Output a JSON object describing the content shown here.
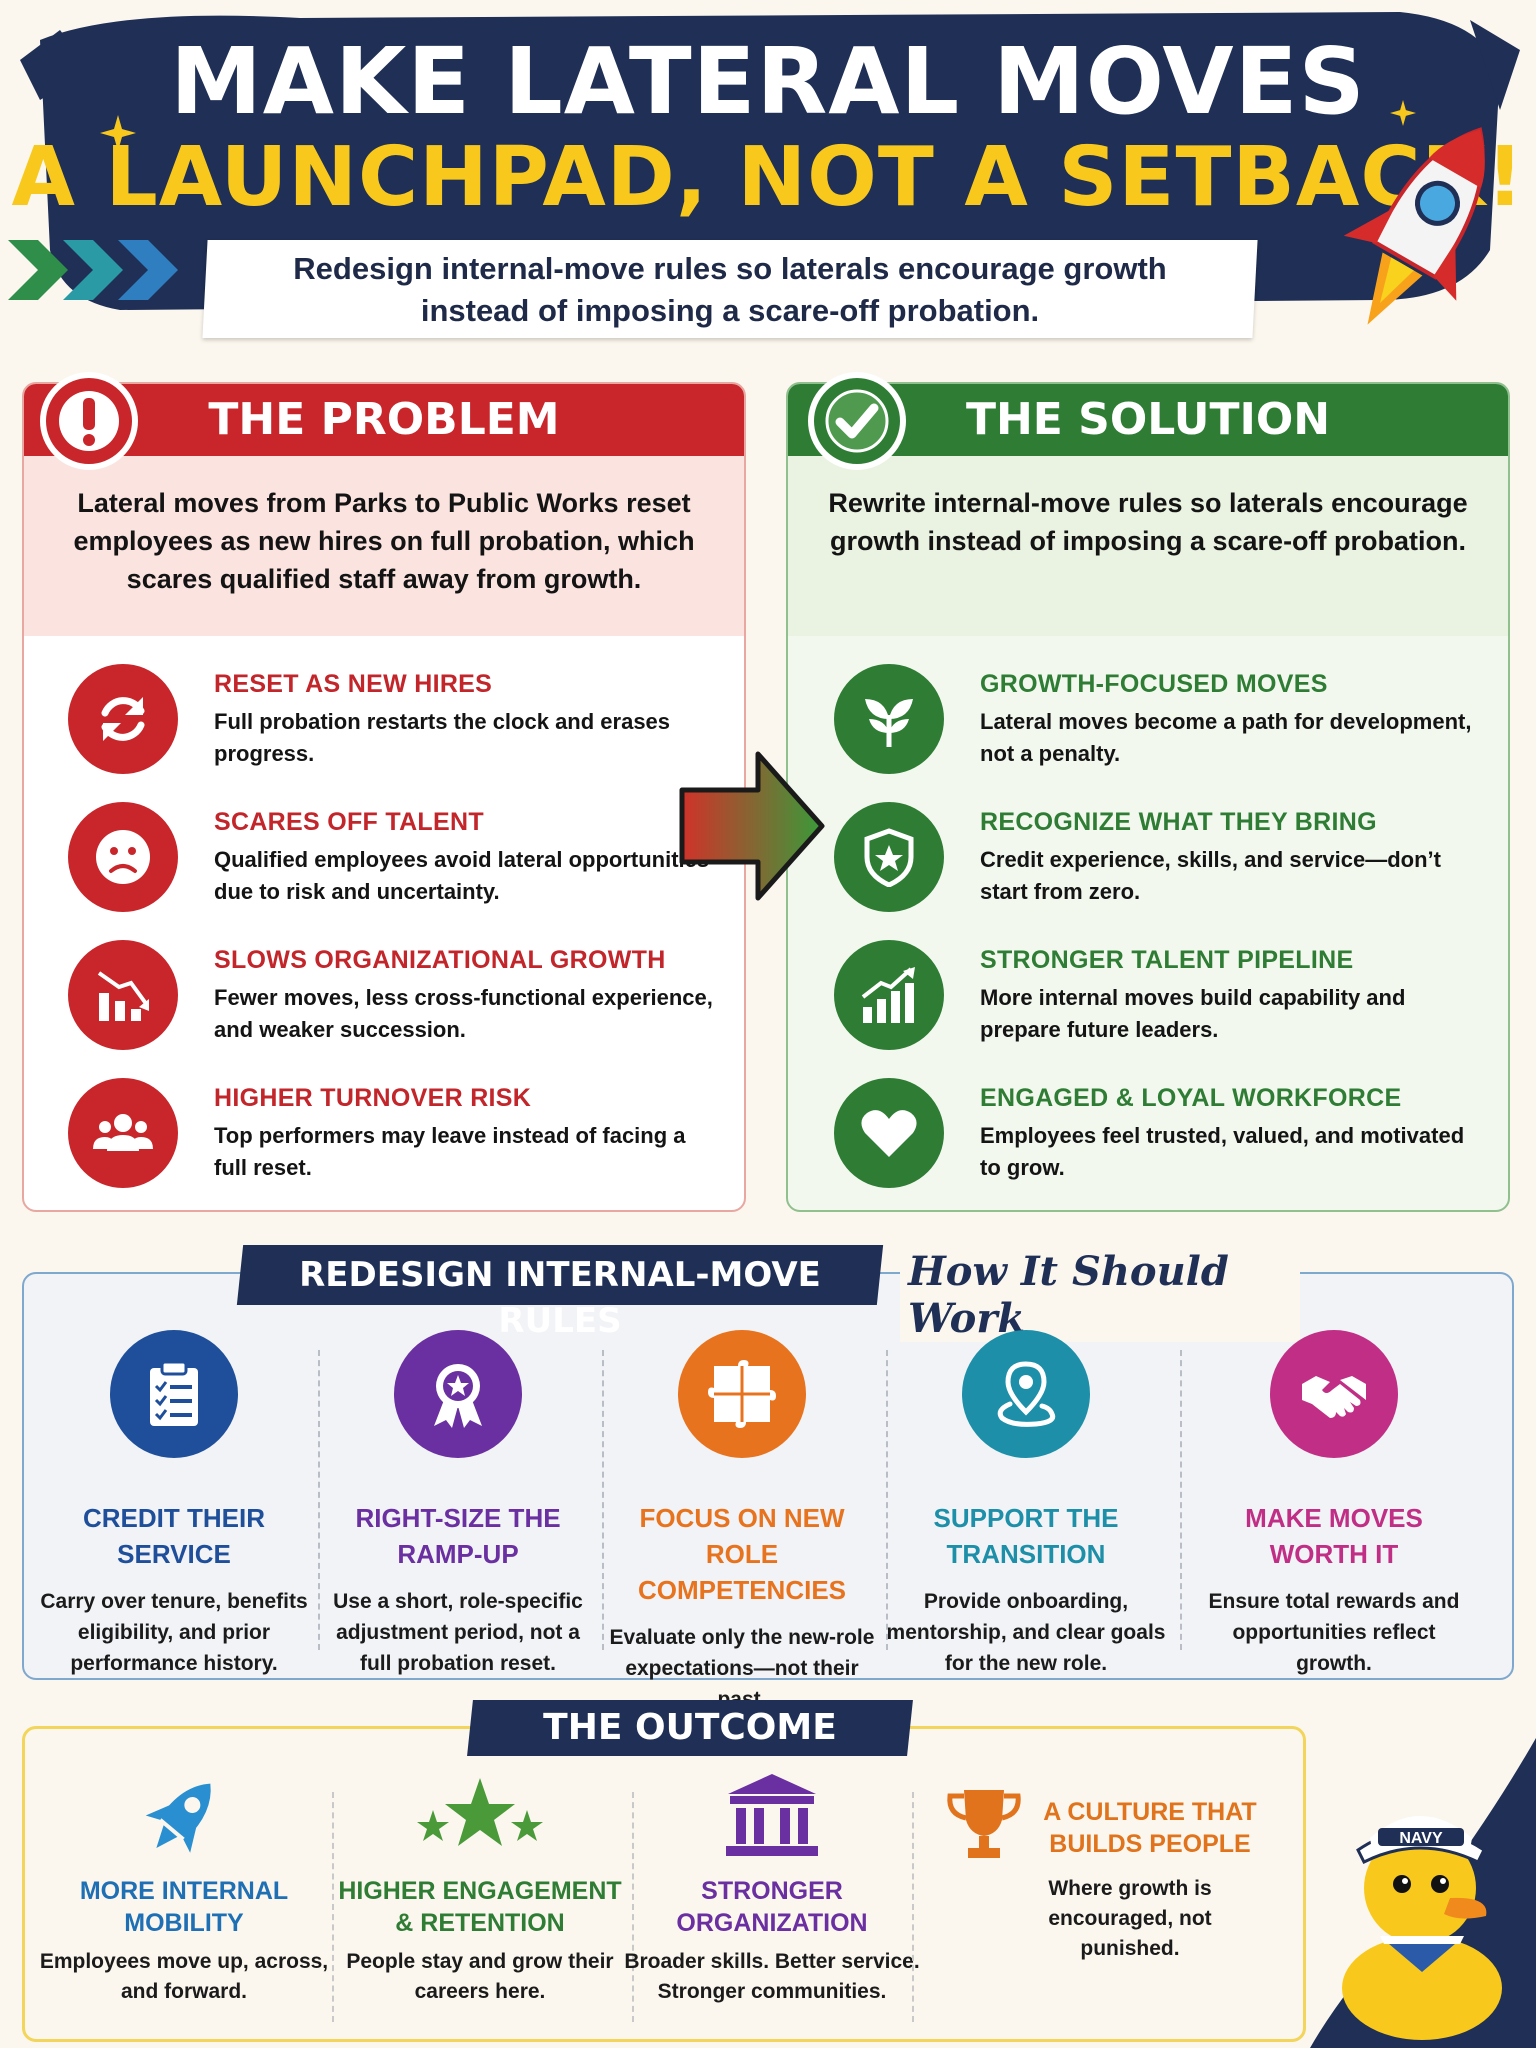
{
  "header": {
    "title_line1": "MAKE LATERAL MOVES",
    "title_line2": "A LAUNCHPAD, NOT A SETBACK!",
    "subtitle_line1": "Redesign internal-move rules so laterals encourage growth",
    "subtitle_line2": "instead of imposing a scare-off probation."
  },
  "problem": {
    "heading": "THE PROBLEM",
    "description": "Lateral moves from Parks to Public Works reset employees as new hires on full probation, which scares qualified staff away from growth.",
    "items": [
      {
        "title": "RESET AS NEW HIRES",
        "desc": "Full probation restarts the clock and erases progress.",
        "icon": "refresh-icon"
      },
      {
        "title": "SCARES OFF TALENT",
        "desc": "Qualified employees avoid lateral opportunities due to risk and uncertainty.",
        "icon": "sad-face-icon"
      },
      {
        "title": "SLOWS ORGANIZATIONAL GROWTH",
        "desc": "Fewer moves, less cross-functional experience, and weaker succession.",
        "icon": "declining-chart-icon"
      },
      {
        "title": "HIGHER TURNOVER RISK",
        "desc": "Top performers may leave instead of facing a full reset.",
        "icon": "group-icon"
      }
    ]
  },
  "solution": {
    "heading": "THE SOLUTION",
    "description": "Rewrite internal-move rules so laterals encourage growth instead of imposing a scare-off probation.",
    "items": [
      {
        "title": "GROWTH-FOCUSED MOVES",
        "desc": "Lateral moves become a path for development, not a penalty.",
        "icon": "sprout-icon"
      },
      {
        "title": "RECOGNIZE WHAT THEY BRING",
        "desc": "Credit experience, skills, and service—don’t start from zero.",
        "icon": "shield-star-icon"
      },
      {
        "title": "STRONGER TALENT PIPELINE",
        "desc": "More internal moves build capability and prepare future leaders.",
        "icon": "growth-chart-icon"
      },
      {
        "title": "ENGAGED & LOYAL WORKFORCE",
        "desc": "Employees feel trusted, valued, and motivated to grow.",
        "icon": "heart-icon"
      }
    ]
  },
  "redesign": {
    "heading": "REDESIGN INTERNAL-MOVE RULES",
    "script": "How It Should Work",
    "steps": [
      {
        "title": "CREDIT THEIR SERVICE",
        "desc": "Carry over tenure, benefits eligibility, and prior performance history.",
        "color": "#1f4f9a",
        "icon": "clipboard-icon"
      },
      {
        "title": "RIGHT-SIZE THE RAMP-UP",
        "desc": "Use a short, role-specific adjustment period, not a full probation reset.",
        "color": "#6a2fa0",
        "icon": "award-ribbon-icon"
      },
      {
        "title": "FOCUS ON NEW ROLE COMPETENCIES",
        "desc": "Evaluate only the new-role expectations—not their past.",
        "color": "#e8731e",
        "icon": "puzzle-icon"
      },
      {
        "title": "SUPPORT THE TRANSITION",
        "desc": "Provide onboarding, mentorship, and clear goals for the new role.",
        "color": "#1d8fa8",
        "icon": "location-pin-icon"
      },
      {
        "title": "MAKE MOVES WORTH IT",
        "desc": "Ensure total rewards and opportunities reflect growth.",
        "color": "#c02f85",
        "icon": "handshake-icon"
      }
    ]
  },
  "outcome": {
    "heading": "THE OUTCOME",
    "items": [
      {
        "title": "MORE INTERNAL MOBILITY",
        "desc": "Employees move up, across, and forward.",
        "color": "#1f6fb5",
        "icon": "rocket-icon"
      },
      {
        "title": "HIGHER ENGAGEMENT & RETENTION",
        "desc": "People stay and grow their careers here.",
        "color": "#2f7d35",
        "icon": "stars-icon"
      },
      {
        "title": "STRONGER ORGANIZATION",
        "desc": "Broader skills. Better service. Stronger communities.",
        "color": "#6a2fa0",
        "icon": "building-icon"
      },
      {
        "title": "A CULTURE THAT BUILDS PEOPLE",
        "desc": "Where growth is encouraged, not punished.",
        "color": "#e0731c",
        "icon": "trophy-icon"
      }
    ],
    "duck_hat": "NAVY"
  },
  "colors": {
    "navy": "#1f2f55",
    "problem_red": "#c8262b",
    "solution_green": "#2f7d35",
    "accent_yellow": "#f8c91c"
  }
}
